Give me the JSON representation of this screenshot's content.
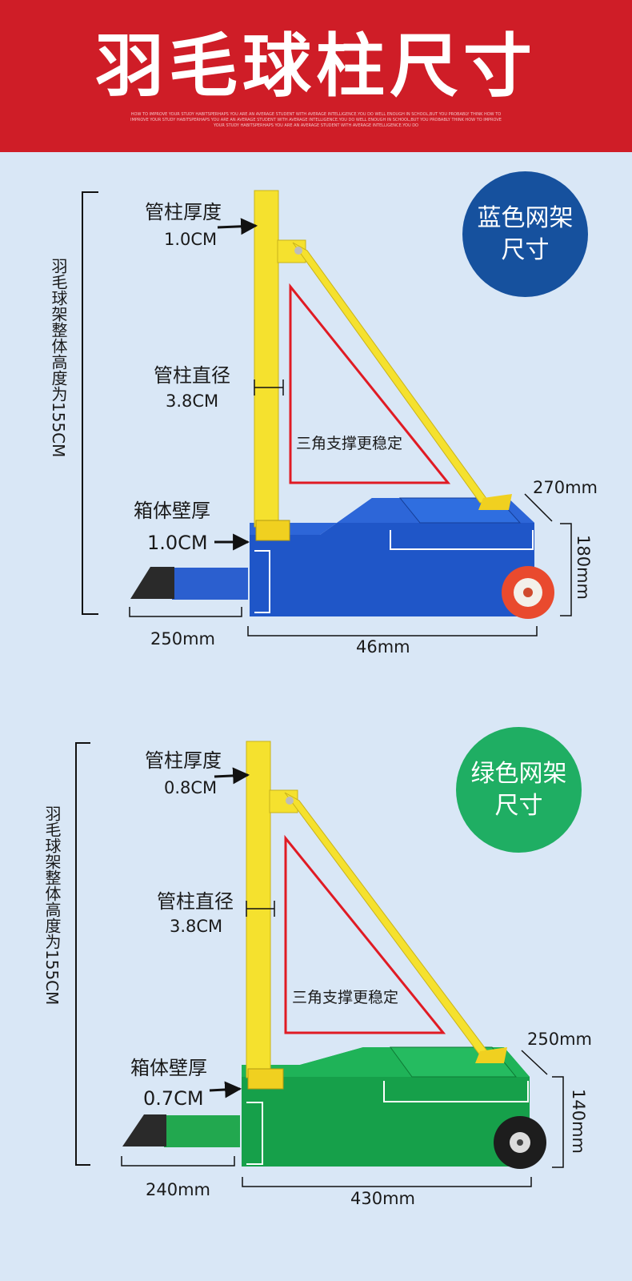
{
  "banner": {
    "title": "羽毛球柱尺寸",
    "tagline": "HOW TO IMPROVE YOUR STUDY HABITSPERHAPS YOU ARE AN AVERAGE STUDENT WITH AVERAGE INTELLIGENCE.YOU DO WELL ENOUGH IN SCHOOL,BUT YOU PROBABLY THINK HOW TO IMPROVE YOUR STUDY HABITSPERHAPS YOU ARE AN AVERAGE STUDENT WITH AVERAGE INTELLIGENCE.YOU DO WELL ENOUGH IN SCHOOL,BUT YOU PROBABLY THINK HOW TO IMPROVE YOUR STUDY HABITSPERHAPS YOU ARE AN AVERAGE STUDENT WITH AVERAGE INTELLIGENCE.YOU DO"
  },
  "colors": {
    "banner": "#cf1d27",
    "background": "#d9e7f6",
    "pole": "#f5e12e",
    "blue_base": "#1f56c8",
    "green_base": "#16a04a",
    "blue_circle": "#16519e",
    "green_circle": "#1fae63",
    "triangle": "#e01b24"
  },
  "blue_stand": {
    "badge_line1": "蓝色网架",
    "badge_line2": "尺寸",
    "total_height": "羽毛球架整体高度为155CM",
    "pole_thickness_label": "管柱厚度",
    "pole_thickness_value": "1.0CM",
    "pole_diameter_label": "管柱直径",
    "pole_diameter_value": "3.8CM",
    "triangle_label": "三角支撑更稳定",
    "wall_thickness_label": "箱体壁厚",
    "wall_thickness_value": "1.0CM",
    "depth": "270mm",
    "box_height": "180mm",
    "foot_length": "250mm",
    "box_length": "46mm"
  },
  "green_stand": {
    "badge_line1": "绿色网架",
    "badge_line2": "尺寸",
    "total_height": "羽毛球架整体高度为155CM",
    "pole_thickness_label": "管柱厚度",
    "pole_thickness_value": "0.8CM",
    "pole_diameter_label": "管柱直径",
    "pole_diameter_value": "3.8CM",
    "triangle_label": "三角支撑更稳定",
    "wall_thickness_label": "箱体壁厚",
    "wall_thickness_value": "0.7CM",
    "depth": "250mm",
    "box_height": "140mm",
    "foot_length": "240mm",
    "box_length": "430mm"
  }
}
